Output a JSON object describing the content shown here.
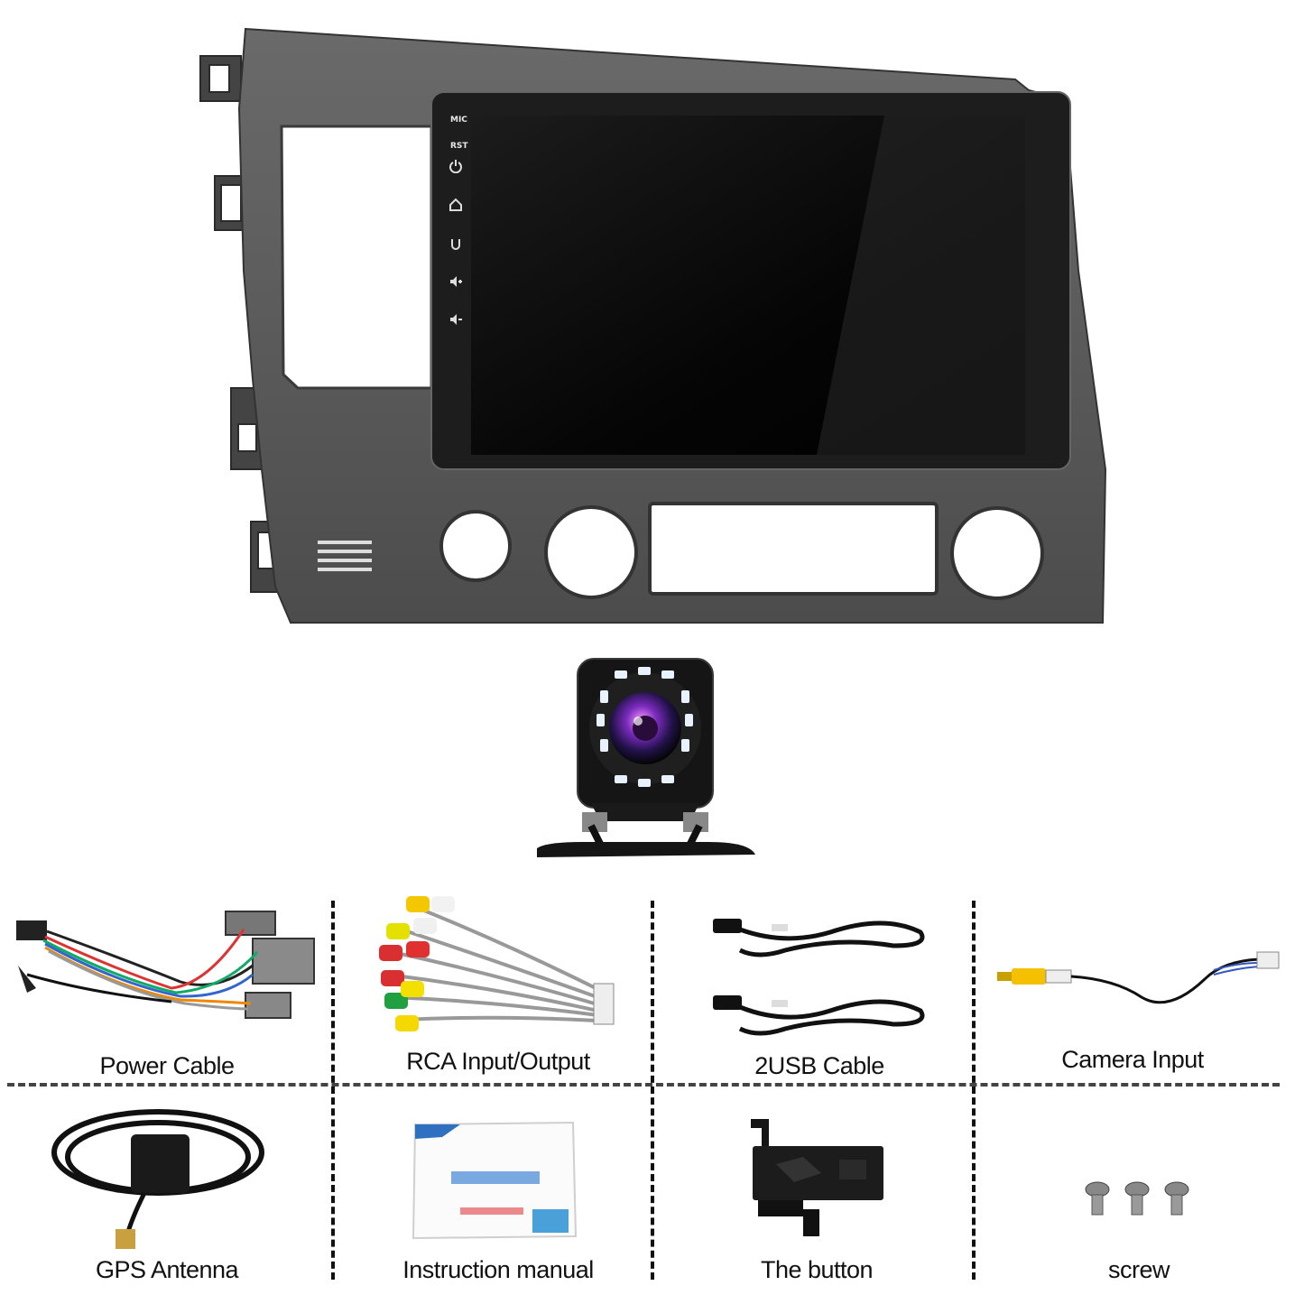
{
  "head_unit": {
    "mic_label": "MIC",
    "rst_label": "RST",
    "icons": [
      "power-icon",
      "home-icon",
      "back-icon",
      "volume-up-icon",
      "volume-down-icon"
    ],
    "bezel_color": "#5a5a5a",
    "screen_color": "#0a0a0a"
  },
  "accessories": [
    {
      "label": "Power Cable"
    },
    {
      "label": "RCA Input/Output"
    },
    {
      "label": "2USB  Cable"
    },
    {
      "label": "Camera  Input"
    },
    {
      "label": "GPS  Antenna"
    },
    {
      "label": "Instruction manual"
    },
    {
      "label": "The button"
    },
    {
      "label": "screw"
    }
  ]
}
